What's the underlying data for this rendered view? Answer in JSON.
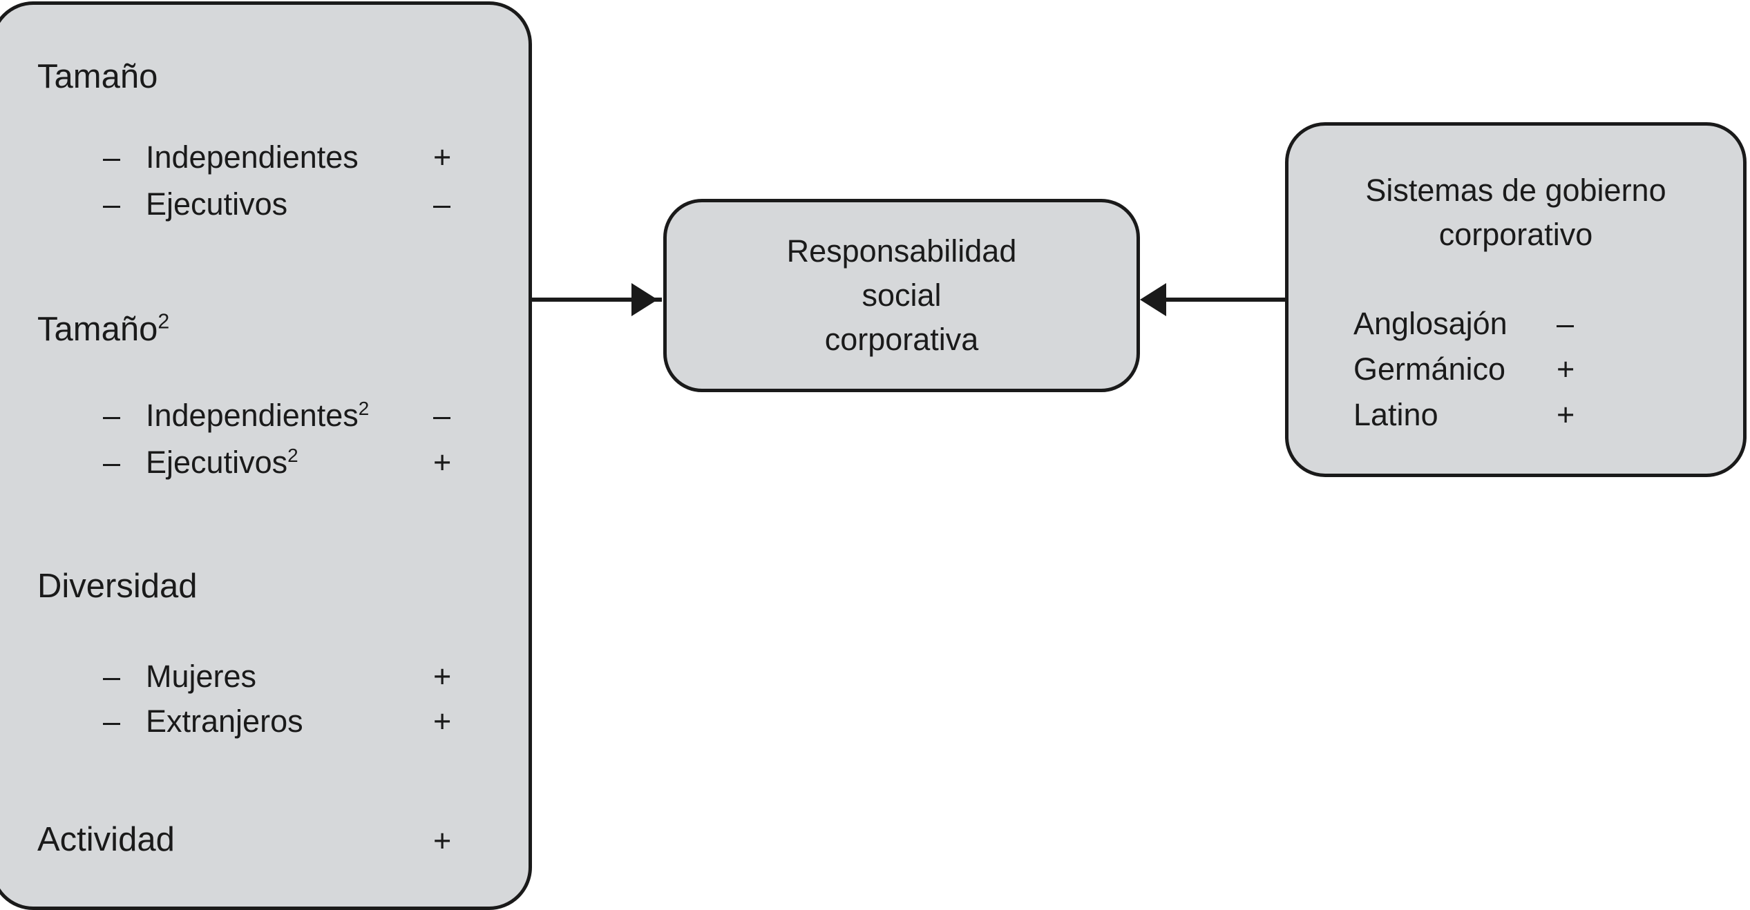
{
  "diagram": {
    "title": "Modelo de responsabilidad social corporativa",
    "colors": {
      "box_fill": "#d6d8da",
      "box_border": "#1a1a1a",
      "background": "#ffffff",
      "text": "#1a1a1a"
    }
  },
  "left_box": {
    "groups": [
      {
        "title": "Tamaño",
        "title_sup": "",
        "items": [
          {
            "bullet": "–",
            "label": "Independientes",
            "label_sup": "",
            "sign": "+"
          },
          {
            "bullet": "–",
            "label": "Ejecutivos",
            "label_sup": "",
            "sign": "–"
          }
        ]
      },
      {
        "title": "Tamaño",
        "title_sup": "2",
        "items": [
          {
            "bullet": "–",
            "label": "Independientes",
            "label_sup": "2",
            "sign": "–"
          },
          {
            "bullet": "–",
            "label": "Ejecutivos",
            "label_sup": "2",
            "sign": "+"
          }
        ]
      },
      {
        "title": "Diversidad",
        "title_sup": "",
        "items": [
          {
            "bullet": "–",
            "label": "Mujeres",
            "label_sup": "",
            "sign": "+"
          },
          {
            "bullet": "–",
            "label": "Extranjeros",
            "label_sup": "",
            "sign": "+"
          }
        ]
      },
      {
        "title": "Actividad",
        "title_sup": "",
        "title_sign": "+",
        "items": []
      }
    ]
  },
  "center_box": {
    "text": "Responsabilidad\nsocial\ncorporativa"
  },
  "right_box": {
    "title": "Sistemas de gobierno\ncorporativo",
    "items": [
      {
        "label": "Anglosajón",
        "sign": "–"
      },
      {
        "label": "Germánico",
        "sign": "+"
      },
      {
        "label": "Latino",
        "sign": "+"
      }
    ]
  },
  "arrows": [
    {
      "name": "left-to-center",
      "direction": "right",
      "from": "left_box",
      "to": "center_box"
    },
    {
      "name": "right-to-center",
      "direction": "left",
      "from": "right_box",
      "to": "center_box"
    }
  ],
  "chart_data": {
    "type": "diagram",
    "title": "Determinantes de la responsabilidad social corporativa",
    "nodes": [
      {
        "id": "determinantes",
        "label": "Tamaño / Tamaño² / Diversidad / Actividad"
      },
      {
        "id": "rsc",
        "label": "Responsabilidad social corporativa"
      },
      {
        "id": "gobierno",
        "label": "Sistemas de gobierno corporativo"
      }
    ],
    "edges": [
      {
        "from": "determinantes",
        "to": "rsc"
      },
      {
        "from": "gobierno",
        "to": "rsc"
      }
    ],
    "effects": [
      {
        "group": "Tamaño",
        "factor": "Independientes",
        "sign": "+"
      },
      {
        "group": "Tamaño",
        "factor": "Ejecutivos",
        "sign": "-"
      },
      {
        "group": "Tamaño²",
        "factor": "Independientes²",
        "sign": "-"
      },
      {
        "group": "Tamaño²",
        "factor": "Ejecutivos²",
        "sign": "+"
      },
      {
        "group": "Diversidad",
        "factor": "Mujeres",
        "sign": "+"
      },
      {
        "group": "Diversidad",
        "factor": "Extranjeros",
        "sign": "+"
      },
      {
        "group": "Actividad",
        "factor": "Actividad",
        "sign": "+"
      },
      {
        "group": "Sistemas de gobierno corporativo",
        "factor": "Anglosajón",
        "sign": "-"
      },
      {
        "group": "Sistemas de gobierno corporativo",
        "factor": "Germánico",
        "sign": "+"
      },
      {
        "group": "Sistemas de gobierno corporativo",
        "factor": "Latino",
        "sign": "+"
      }
    ]
  }
}
